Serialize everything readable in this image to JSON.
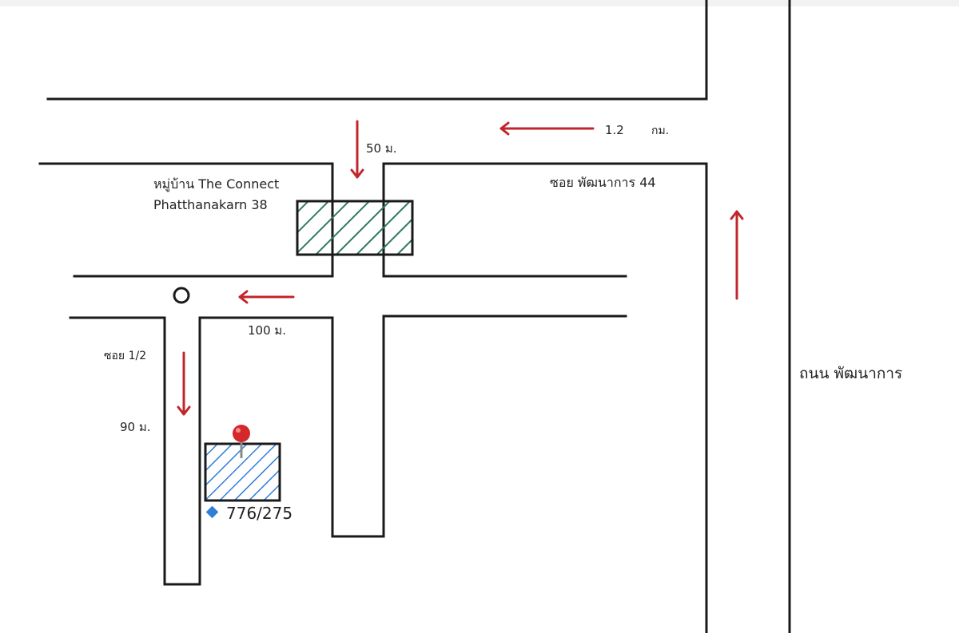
{
  "labels": {
    "village_line1": "หมู่บ้าน The Connect",
    "village_line2": "Phatthanakarn 38",
    "soi_44": "ซอย พัฒนาการ 44",
    "main_road": "ถนน พัฒนาการ",
    "soi_half": "ซอย 1/2",
    "dist_1_2km_num": "1.2",
    "dist_1_2km_unit": "กม.",
    "dist_50m": "50 ม.",
    "dist_100m": "100 ม.",
    "dist_90m": "90 ม.",
    "address": "776/275"
  },
  "colors": {
    "road_line": "#1a1a1a",
    "arrow": "#c0262b",
    "village_hatch": "#2f7a63",
    "target_hatch": "#2f7fd6",
    "pin": "#d4282a",
    "address_marker": "#2f7fd6"
  },
  "icons": {
    "pin": "map-pin-icon",
    "address_marker": "diamond-icon",
    "junction": "circle-marker-icon"
  }
}
